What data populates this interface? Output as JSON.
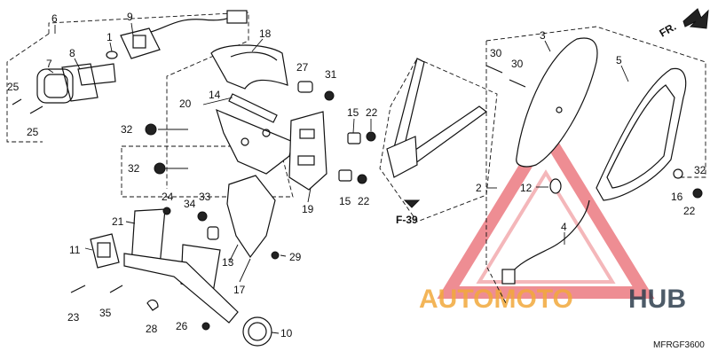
{
  "callouts": {
    "c1": "1",
    "c2": "2",
    "c3": "3",
    "c4": "4",
    "c5": "5",
    "c6": "6",
    "c7": "7",
    "c8": "8",
    "c9": "9",
    "c10": "10",
    "c11": "11",
    "c12": "12",
    "c13": "13",
    "c14": "14",
    "c15a": "15",
    "c15b": "15",
    "c16": "16",
    "c17": "17",
    "c18": "18",
    "c19": "19",
    "c20": "20",
    "c21": "21",
    "c22a": "22",
    "c22b": "22",
    "c22c": "22",
    "c23": "23",
    "c24": "24",
    "c25a": "25",
    "c25b": "25",
    "c26": "26",
    "c27": "27",
    "c28": "28",
    "c29": "29",
    "c30a": "30",
    "c30b": "30",
    "c31": "31",
    "c32a": "32",
    "c32b": "32",
    "c32c": "32",
    "c33": "33",
    "c34": "34",
    "c35": "35"
  },
  "reference": "F-39",
  "direction_label": "FR.",
  "diagram_code": "MFRGF3600",
  "watermark": {
    "part1": "AUTOMOTO",
    "part2": "HUB",
    "colors": {
      "triangle": "#e0303a",
      "accent": "#f2a93b",
      "dark": "#2f3f4e"
    }
  }
}
